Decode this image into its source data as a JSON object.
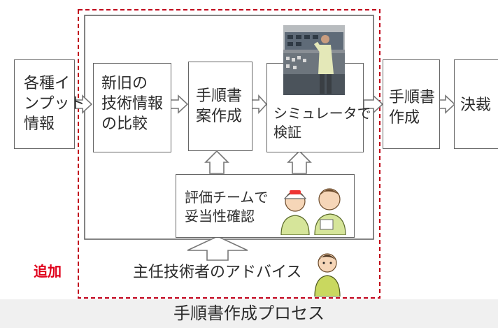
{
  "diagram": {
    "caption": "手順書作成プロセス",
    "added_label": "追加",
    "advice_label": "主任技術者のアドバイス",
    "boxes": {
      "input_info": "各種イ\nンプット\n情報",
      "compare": "新旧の\n技術情報\nの比較",
      "draft": "手順書\n案作成",
      "simulator": "シミュレータで\n検証",
      "evaluation": "評価チームで\n妥当性確認",
      "create": "手順書\n作成",
      "approve": "決裁"
    },
    "colors": {
      "dashed_border": "#c0001a",
      "added_label": "#e0001b",
      "box_border": "#666666",
      "arrow": "#777777"
    },
    "icons": [
      "simulator-operator-photo",
      "evaluation-team-icon",
      "chief-engineer-icon"
    ]
  }
}
